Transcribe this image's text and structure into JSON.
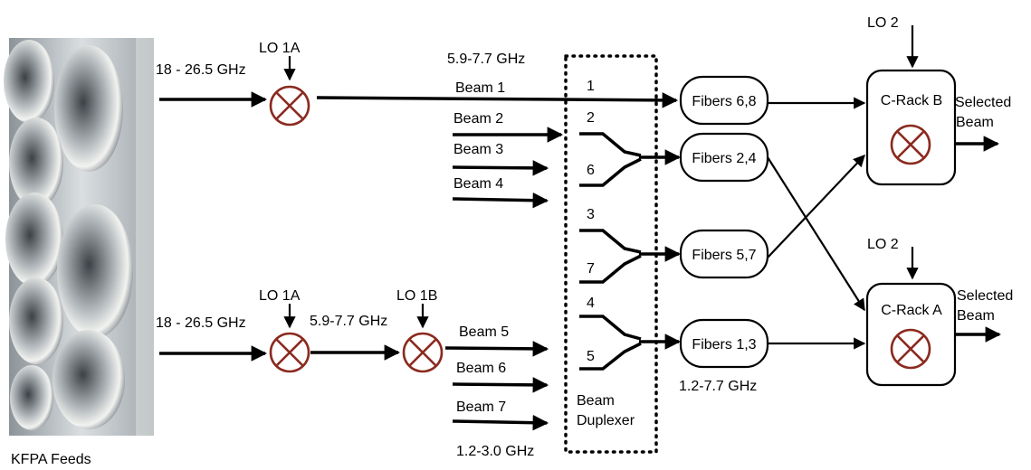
{
  "feeds": {
    "caption": "KFPA Feeds"
  },
  "upper_chain": {
    "input_band": "18 - 26.5 GHz",
    "lo_1a": "LO   1A",
    "if_band": "5.9-7.7 GHz",
    "beam_1": "Beam 1",
    "beam_2": "Beam 2",
    "beam_3": "Beam 3",
    "beam_4": "Beam 4"
  },
  "lower_chain": {
    "input_band": "18 - 26.5 GHz",
    "lo_1a": "LO   1A",
    "if_band": "5.9-7.7 GHz",
    "lo_1b": "LO   1B",
    "beam_5": "Beam 5",
    "beam_6": "Beam 6",
    "beam_7": "Beam 7",
    "low_band": "1.2-3.0 GHz"
  },
  "duplexer": {
    "label_line1": "Beam",
    "label_line2": "Duplexer",
    "ports": [
      "1",
      "2",
      "6",
      "3",
      "7",
      "4",
      "5"
    ]
  },
  "fibers": {
    "f68": "Fibers 6,8",
    "f24": "Fibers 2,4",
    "f57": "Fibers 5,7",
    "f13": "Fibers 1,3",
    "band": "1.2-7.7 GHz"
  },
  "racks": {
    "b": {
      "label": "C-Rack B",
      "lo": "LO 2",
      "output_line1": "Selected",
      "output_line2": "Beam"
    },
    "a": {
      "label": "C-Rack A",
      "lo": "LO 2",
      "output_line1": "Selected",
      "output_line2": "Beam"
    }
  }
}
